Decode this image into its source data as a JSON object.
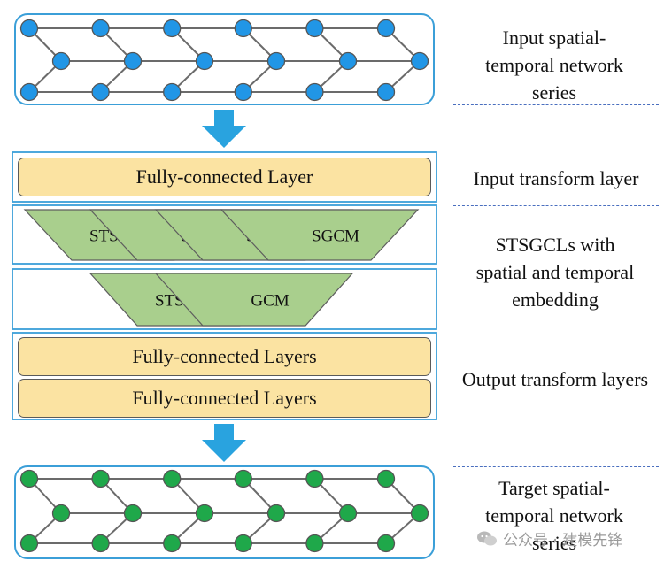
{
  "colors": {
    "network_frame": "#3b9fd8",
    "input_node": "#2196e6",
    "target_node": "#1fa84a",
    "fc_fill": "#fbe3a2",
    "stsgcm_fill": "#a9cf8d",
    "arrow": "#29a3df",
    "dashed_line": "#4a6fbf"
  },
  "network": {
    "columns": 6
  },
  "fc_input": {
    "label": "Fully-connected Layer"
  },
  "stsgcl_rows": [
    {
      "label": "STSGCM",
      "overlap_label": "SGCM",
      "count": 4
    },
    {
      "label": "STSGCM",
      "overlap_label": "GCM",
      "count": 2
    }
  ],
  "fc_output": [
    {
      "label": "Fully-connected Layers"
    },
    {
      "label": "Fully-connected Layers"
    }
  ],
  "labels": {
    "input_network": "Input spatial-\ntemporal network\nseries",
    "input_transform": "Input transform layer",
    "stsgcl": "STSGCLs with\nspatial and temporal\nembedding",
    "output_transform": "Output transform layers",
    "target_network": "Target spatial-\ntemporal network\nseries"
  },
  "watermark": {
    "text": "公众号 · 建模先锋",
    "icon": "wechat-icon"
  }
}
